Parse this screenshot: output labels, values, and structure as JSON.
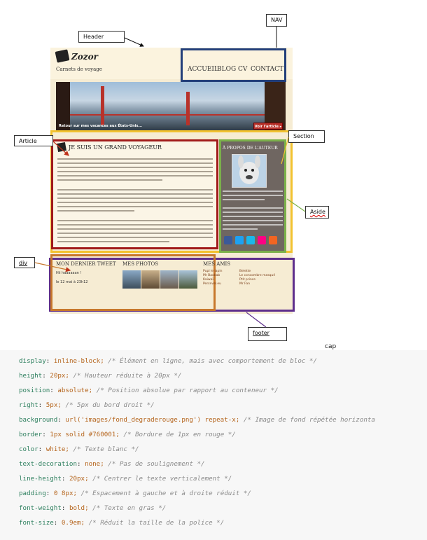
{
  "callouts": {
    "header": "Header",
    "nav": "NAV",
    "article": "Article",
    "section": "Section",
    "aside": "Aside",
    "div": "div",
    "footer": "footer"
  },
  "site": {
    "logo_text": "Zozor",
    "tagline": "Carnets de voyage",
    "nav": [
      "ACCUEIL",
      "BLOG",
      "CV",
      "CONTACT"
    ],
    "banner_caption": "Retour sur mes vacances aux États-Unis...",
    "banner_button": "Voir l'article ▸",
    "article_title": "JE SUIS UN GRAND VOYAGEUR",
    "aside_title": "À PROPOS DE L'AUTEUR",
    "footer_tweet_title": "MON DERNIER TWEET",
    "footer_tweet_text": "Hii haaaaaan !",
    "footer_tweet_date": "le 12 mai à 23h12",
    "footer_photos_title": "MES PHOTOS",
    "footer_friends_title": "MES AMIS",
    "friends_col1": [
      "Pupi le lapin",
      "Mr Baobab",
      "Kaiwaii",
      "Perceval.eu"
    ],
    "friends_col2": [
      "Belette",
      "Le concombre masqué",
      "Ptit prince",
      "Mr Fan"
    ]
  },
  "caption": "cap",
  "code": [
    {
      "prop": "display",
      "value": "inline-block;",
      "comment": "/* Élément en ligne, mais avec comportement de bloc */"
    },
    {
      "prop": "height",
      "value": "20px;",
      "comment": "/* Hauteur réduite à 20px */"
    },
    {
      "prop": "position",
      "value": "absolute;",
      "comment": "/* Position absolue par rapport au conteneur */"
    },
    {
      "prop": "right",
      "value": "5px;",
      "comment": "/* 5px du bord droit */"
    },
    {
      "prop": "background",
      "value": "url('images/fond_degraderouge.png') repeat-x;",
      "comment": "/* Image de fond répétée horizonta"
    },
    {
      "prop": "border",
      "value": "1px solid #760001;",
      "comment": "/* Bordure de 1px en rouge */"
    },
    {
      "prop": "color",
      "value": "white;",
      "comment": "/* Texte blanc */"
    },
    {
      "prop": "text-decoration",
      "value": "none;",
      "comment": "/* Pas de soulignement */"
    },
    {
      "prop": "line-height",
      "value": "20px;",
      "comment": "/* Centrer le texte verticalement */"
    },
    {
      "prop": "padding",
      "value": "0 8px;",
      "comment": "/* Espacement à gauche et à droite réduit */"
    },
    {
      "prop": "font-weight",
      "value": "bold;",
      "comment": "/* Texte en gras */"
    },
    {
      "prop": "font-size",
      "value": "0.9em;",
      "comment": "/* Réduit la taille de la police */"
    }
  ],
  "colors": {
    "nav_border": "#233f7a",
    "section_border": "#f2c230",
    "article_border": "#a11a1a",
    "aside_border": "#7ab04a",
    "div_border": "#c7772b",
    "footer_border": "#5e2e8c",
    "button_red": "#b8322a"
  }
}
